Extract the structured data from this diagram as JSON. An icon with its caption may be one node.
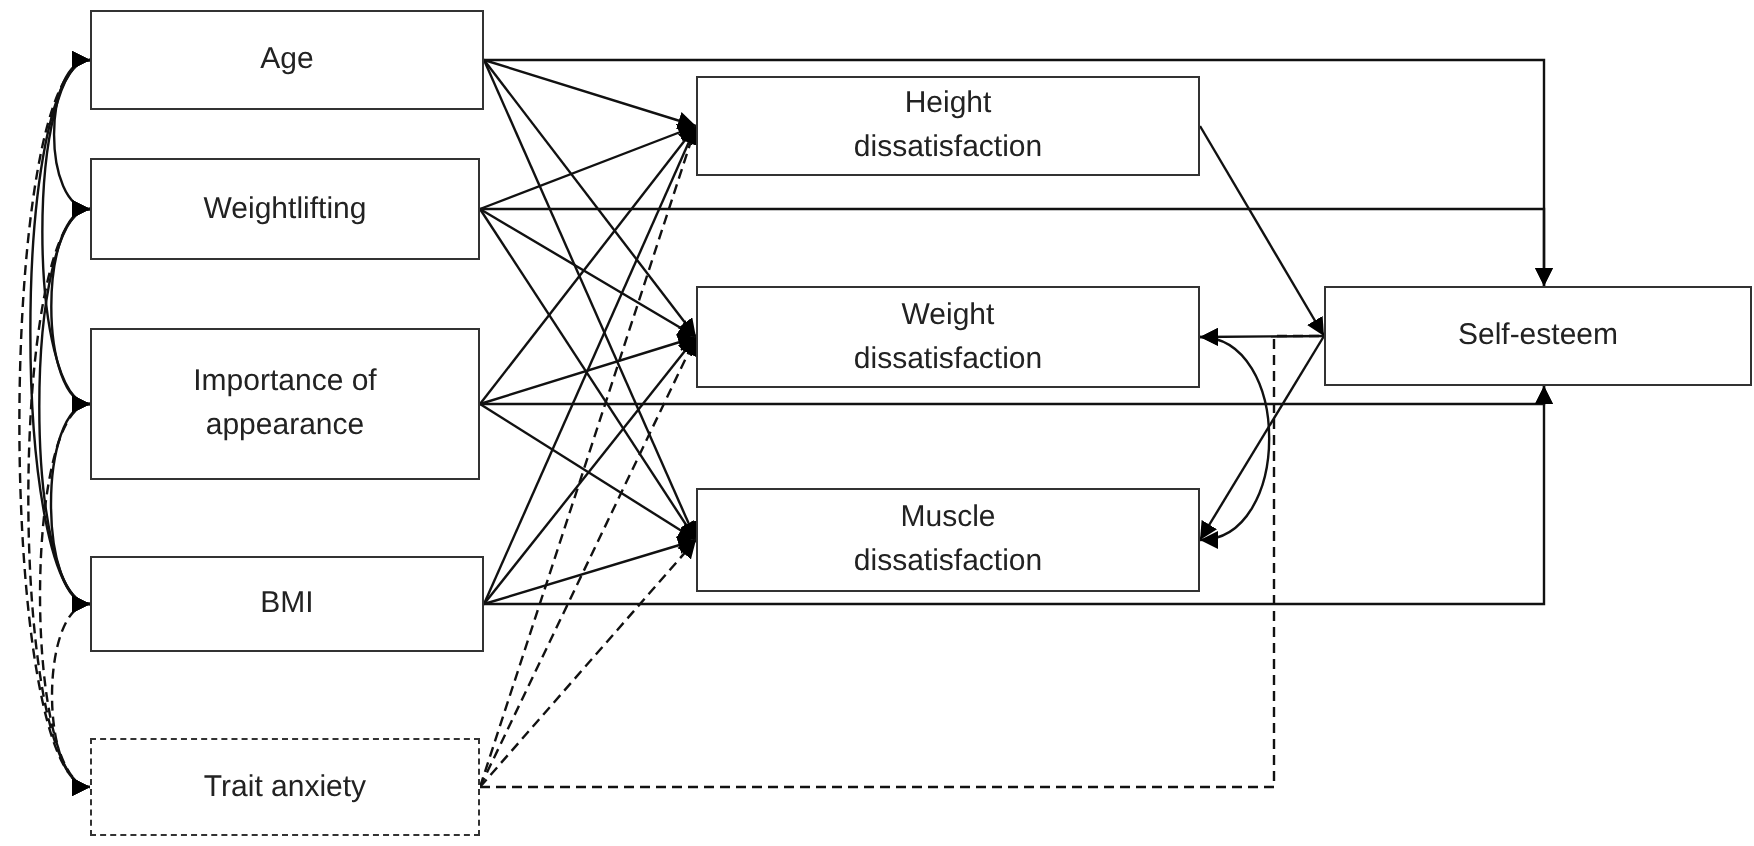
{
  "diagram": {
    "nodes": [
      {
        "text": [
          "Age"
        ]
      },
      {
        "text": [
          "Weightlifting"
        ]
      },
      {
        "text": [
          "Importance of appearance"
        ]
      },
      {
        "text": [
          "BMI"
        ]
      },
      {
        "text": [
          "Trait anxiety"
        ]
      },
      {
        "text": [
          "Height dissatisfaction"
        ]
      },
      {
        "text": [
          "Weight dissatisfaction"
        ]
      },
      {
        "text": [
          "Muscle dissatisfaction"
        ]
      },
      {
        "text": [
          "Self-esteem"
        ]
      }
    ],
    "edges": [
      {
        "from": 0,
        "to": 5,
        "arrow": "to"
      },
      {
        "from": 0,
        "to": 6,
        "arrow": "to"
      },
      {
        "from": 0,
        "to": 7,
        "arrow": "to"
      },
      {
        "from": 1,
        "to": 5,
        "arrow": "to"
      },
      {
        "from": 1,
        "to": 6,
        "arrow": "to"
      },
      {
        "from": 1,
        "to": 7,
        "arrow": "to"
      },
      {
        "from": 2,
        "to": 5,
        "arrow": "to"
      },
      {
        "from": 2,
        "to": 6,
        "arrow": "to"
      },
      {
        "from": 2,
        "to": 7,
        "arrow": "to"
      },
      {
        "from": 3,
        "to": 5,
        "arrow": "to"
      },
      {
        "from": 3,
        "to": 6,
        "arrow": "to"
      },
      {
        "from": 3,
        "to": 7,
        "arrow": "to"
      },
      {
        "from": 4,
        "to": 5,
        "arrow": "to",
        "style": "dashed"
      },
      {
        "from": 4,
        "to": 6,
        "arrow": "to",
        "style": "dashed"
      },
      {
        "from": 4,
        "to": 7,
        "arrow": "to",
        "style": "dashed"
      },
      {
        "from": 0,
        "to": 8,
        "arrow": "to"
      },
      {
        "from": 1,
        "to": 8,
        "arrow": "to"
      },
      {
        "from": 2,
        "to": 8,
        "arrow": "to"
      },
      {
        "from": 3,
        "to": 8,
        "arrow": "to"
      },
      {
        "from": 4,
        "to": 8,
        "arrow": "none",
        "style": "dashed"
      },
      {
        "from": 5,
        "to": 8,
        "arrow": "to"
      },
      {
        "from": 8,
        "to": 6,
        "arrow": "to"
      },
      {
        "from": 8,
        "to": 7,
        "arrow": "to"
      },
      {
        "from": 6,
        "to": 7,
        "arrow": "both"
      },
      {
        "from": 0,
        "to": 1,
        "arrow": "both"
      },
      {
        "from": 0,
        "to": 2,
        "arrow": "both"
      },
      {
        "from": 0,
        "to": 3,
        "arrow": "both"
      },
      {
        "from": 0,
        "to": 4,
        "arrow": "both",
        "style": "dashed"
      },
      {
        "from": 1,
        "to": 2,
        "arrow": "both"
      },
      {
        "from": 1,
        "to": 3,
        "arrow": "both"
      },
      {
        "from": 1,
        "to": 4,
        "arrow": "both",
        "style": "dashed"
      },
      {
        "from": 2,
        "to": 3,
        "arrow": "both"
      },
      {
        "from": 2,
        "to": 4,
        "arrow": "both",
        "style": "dashed"
      },
      {
        "from": 3,
        "to": 4,
        "arrow": "both",
        "style": "dashed"
      }
    ]
  }
}
